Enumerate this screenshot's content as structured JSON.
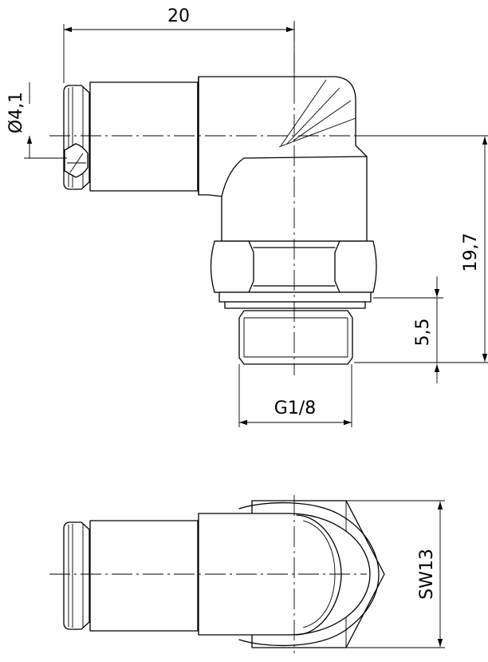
{
  "dimensions": {
    "length": "20",
    "tube_diameter": "Ø4,1",
    "height": "19,7",
    "thread_length": "5,5",
    "thread": "G1/8",
    "wrench_size": "SW13"
  },
  "colors": {
    "line": "#000000",
    "background": "#ffffff"
  }
}
